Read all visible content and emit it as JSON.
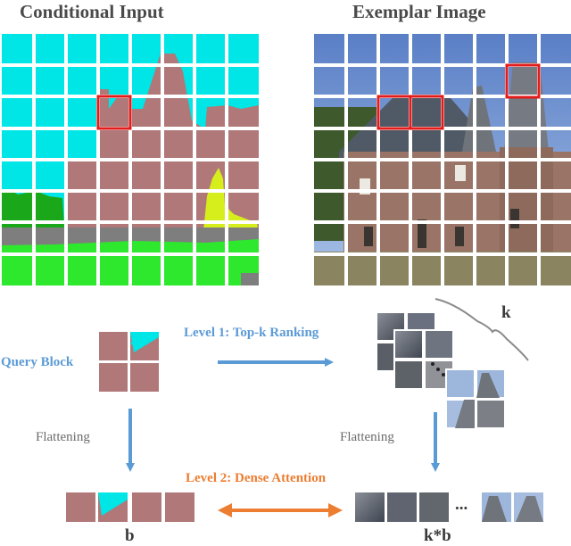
{
  "titles": {
    "left": "Conditional Input",
    "right": "Exemplar Image"
  },
  "labels": {
    "query_block": "Query Block",
    "level1": "Level 1: Top-k  Ranking",
    "level2": "Level 2: Dense Attention",
    "flatten_left": "Flattening",
    "flatten_right": "Flattening",
    "k": "k",
    "b": "b",
    "kb": "k*b",
    "ellipsis": "..."
  },
  "colors": {
    "sky_cyan": "#00e5e5",
    "building_brown": "#b07878",
    "grass_green": "#2ee82e",
    "tree_green": "#1aa81a",
    "yellow_green": "#d6ee1c",
    "road_gray": "#7e7e7e",
    "highlight_red": "#e21b1b",
    "arrow_blue": "#5b9bd5",
    "arrow_orange": "#ed7d31"
  }
}
